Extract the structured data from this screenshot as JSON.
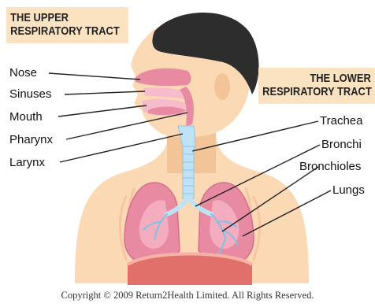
{
  "upper_title": {
    "line1": "THE UPPER",
    "line2": "RESPIRATORY TRACT"
  },
  "lower_title": {
    "line1": "THE LOWER",
    "line2": "RESPIRATORY TRACT"
  },
  "labels_left": [
    "Nose",
    "Sinuses",
    "Mouth",
    "Pharynx",
    "Larynx"
  ],
  "labels_right": [
    "Trachea",
    "Bronchi",
    "Bronchioles",
    "Lungs"
  ],
  "copyright": "Copyright © 2009 Return2Health Limited. All Rights Reserved.",
  "colors": {
    "skin": "#fbd9b4",
    "skin_shadow": "#f3c497",
    "hair": "#2d2d2d",
    "title_bg": "#fbe3c2",
    "lung": "#e98aa3",
    "lung_light": "#f6bccb",
    "trachea": "#bfe3f4",
    "diaphragm": "#e2706a",
    "leader_line": "#222222"
  }
}
